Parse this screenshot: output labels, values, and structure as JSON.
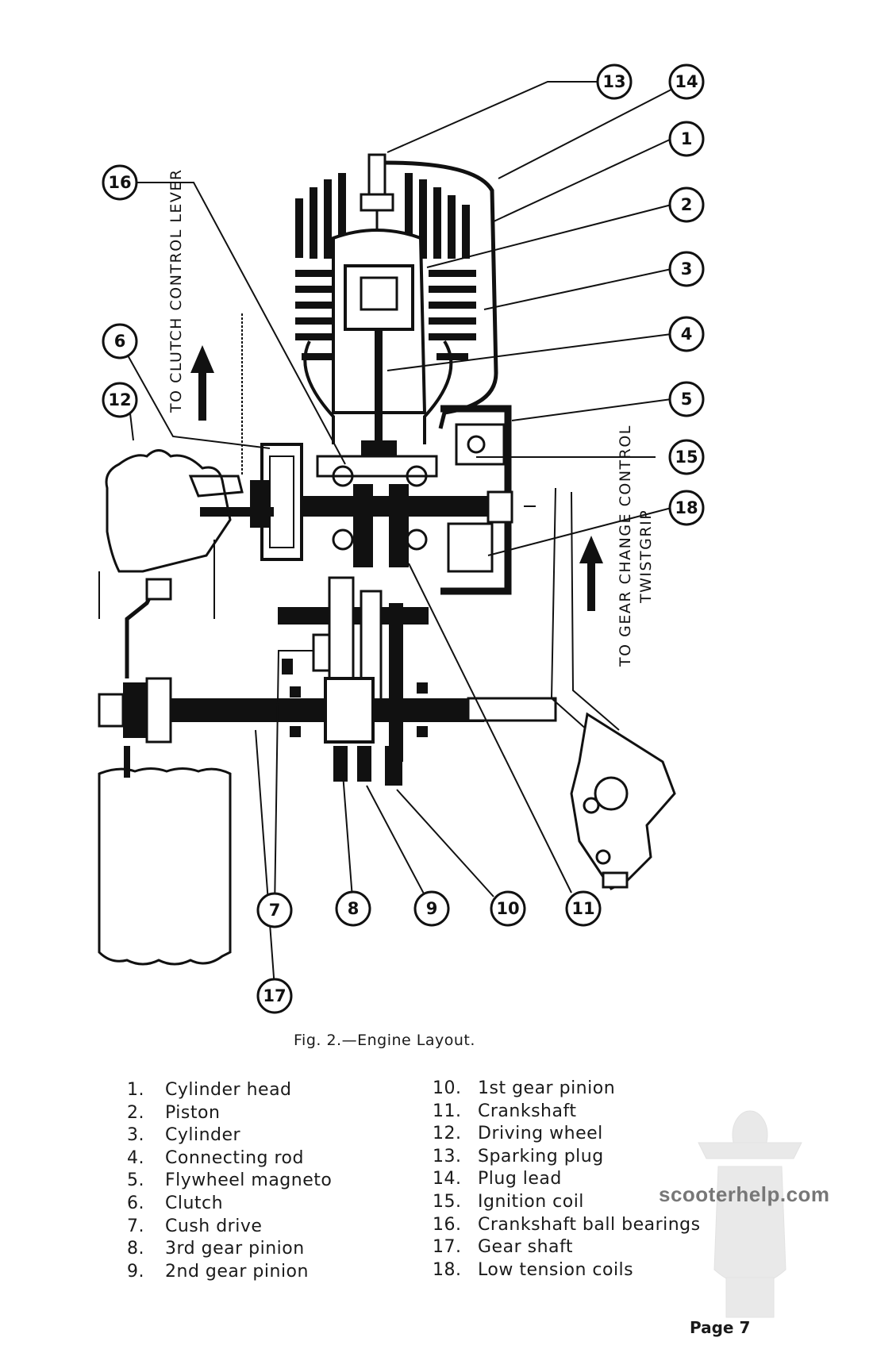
{
  "callouts": {
    "c1": "1",
    "c2": "2",
    "c3": "3",
    "c4": "4",
    "c5": "5",
    "c6": "6",
    "c7": "7",
    "c8": "8",
    "c9": "9",
    "c10": "10",
    "c11": "11",
    "c12": "12",
    "c13": "13",
    "c14": "14",
    "c15": "15",
    "c16": "16",
    "c17": "17",
    "c18": "18"
  },
  "side_labels": {
    "clutch": "TO CLUTCH CONTROL LEVER",
    "gear_line1": "TO GEAR CHANGE CONTROL",
    "gear_line2": "TWISTGRIP"
  },
  "caption": "Fig. 2.—Engine Layout.",
  "legend": [
    {
      "num": "1.",
      "label": "Cylinder head"
    },
    {
      "num": "2.",
      "label": "Piston"
    },
    {
      "num": "3.",
      "label": "Cylinder"
    },
    {
      "num": "4.",
      "label": "Connecting rod"
    },
    {
      "num": "5.",
      "label": "Flywheel magneto"
    },
    {
      "num": "6.",
      "label": "Clutch"
    },
    {
      "num": "7.",
      "label": "Cush drive"
    },
    {
      "num": "8.",
      "label": "3rd gear pinion"
    },
    {
      "num": "9.",
      "label": "2nd gear pinion"
    },
    {
      "num": "10.",
      "label": "1st gear pinion"
    },
    {
      "num": "11.",
      "label": "Crankshaft"
    },
    {
      "num": "12.",
      "label": "Driving wheel"
    },
    {
      "num": "13.",
      "label": "Sparking plug"
    },
    {
      "num": "14.",
      "label": "Plug lead"
    },
    {
      "num": "15.",
      "label": "Ignition coil"
    },
    {
      "num": "16.",
      "label": "Crankshaft ball bearings"
    },
    {
      "num": "17.",
      "label": "Gear shaft"
    },
    {
      "num": "18.",
      "label": "Low tension coils"
    }
  ],
  "watermark": "scooterhelp.com",
  "page_number": "Page 7"
}
